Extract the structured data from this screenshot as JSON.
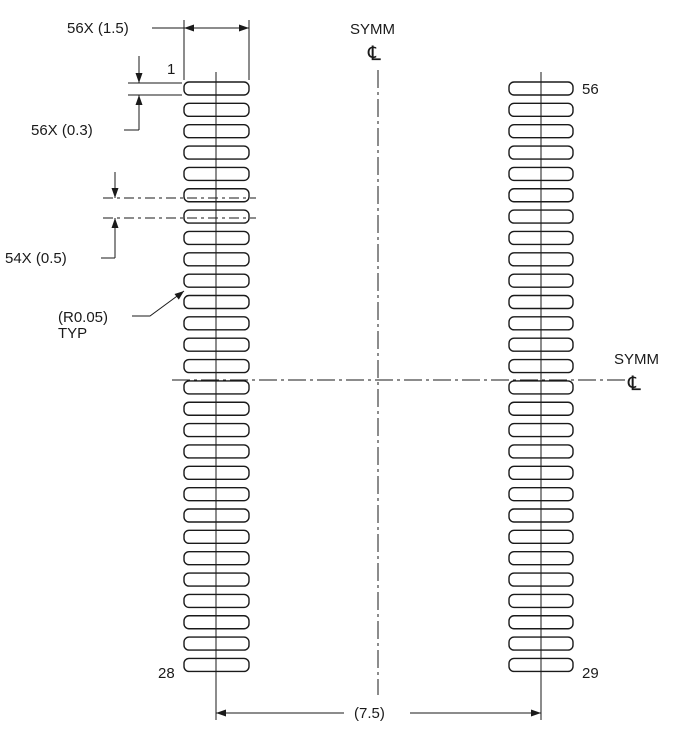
{
  "pads": {
    "left_first_pin": "1",
    "left_last_pin": "28",
    "right_first_pin": "29",
    "right_last_pin": "56"
  },
  "dimensions": {
    "pad_length": "56X (1.5)",
    "pad_width": "56X (0.3)",
    "pad_gap": "54X (0.5)",
    "corner_radius_value": "(R0.05)",
    "corner_radius_note": "TYP",
    "row_spacing": "(7.5)"
  },
  "symmetry": {
    "vertical_label": "SYMM",
    "horizontal_label": "SYMM",
    "centerline_symbol": "℄"
  }
}
